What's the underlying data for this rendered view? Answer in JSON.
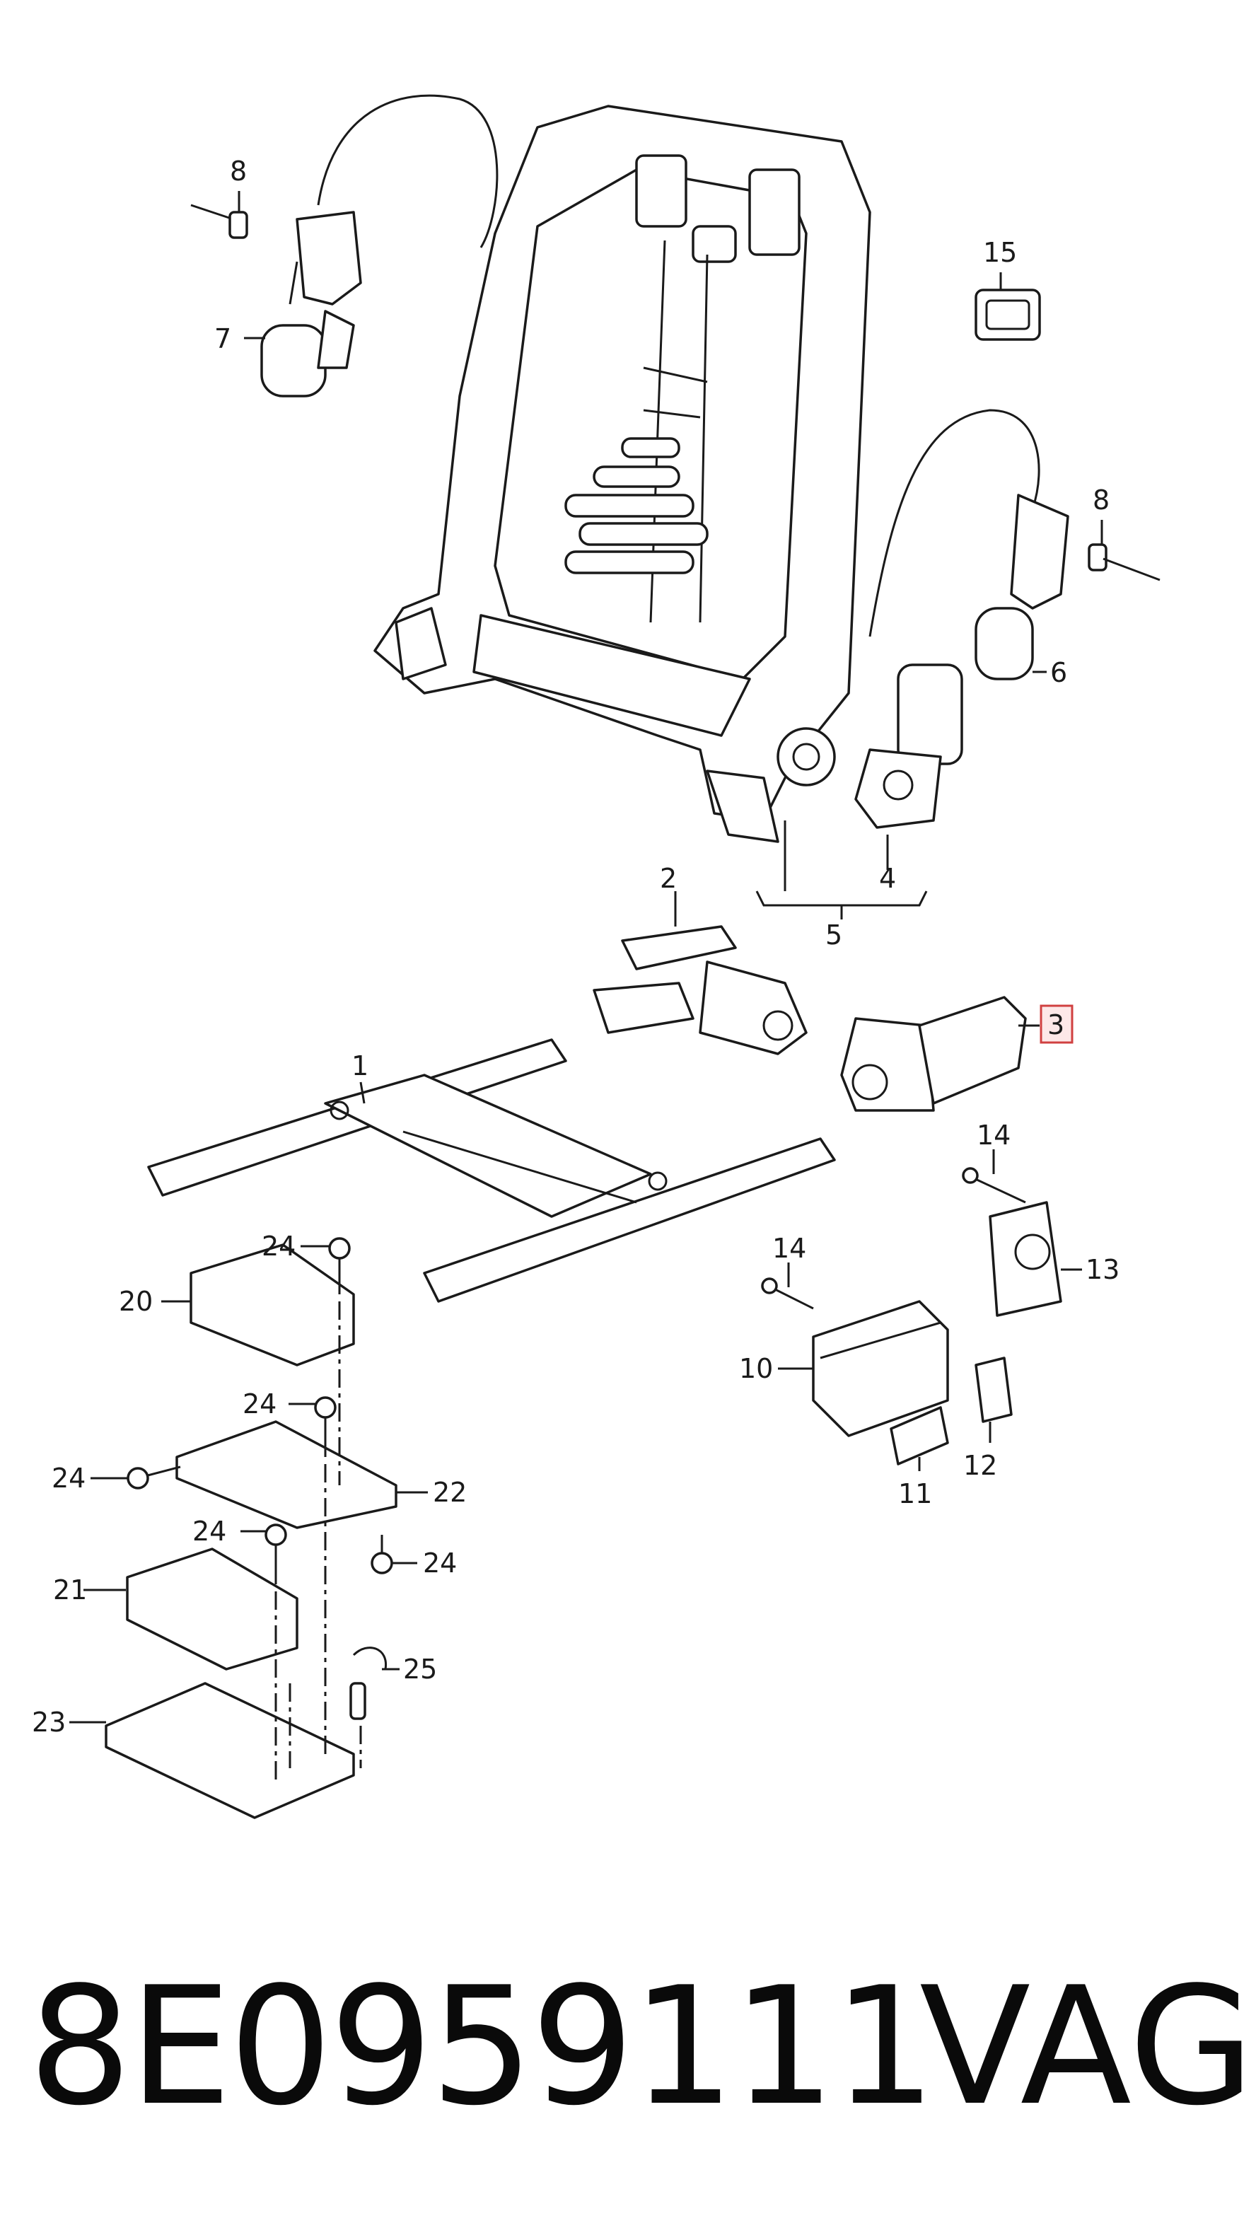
{
  "footer": {
    "part_number": "8E0959111",
    "brand": "VAG"
  },
  "highlight": {
    "callout": "3",
    "border_color": "#d04040",
    "fill_color": "#fde8e8"
  },
  "callouts": {
    "c1": "1",
    "c2": "2",
    "c3": "3",
    "c4": "4",
    "c5": "5",
    "c6": "6",
    "c7": "7",
    "c8a": "8",
    "c8b": "8",
    "c10": "10",
    "c11": "11",
    "c12": "12",
    "c13": "13",
    "c14a": "14",
    "c14b": "14",
    "c15": "15",
    "c20": "20",
    "c21": "21",
    "c22": "22",
    "c23": "23",
    "c24a": "24",
    "c24b": "24",
    "c24c": "24",
    "c24d": "24",
    "c24e": "24",
    "c25": "25"
  }
}
